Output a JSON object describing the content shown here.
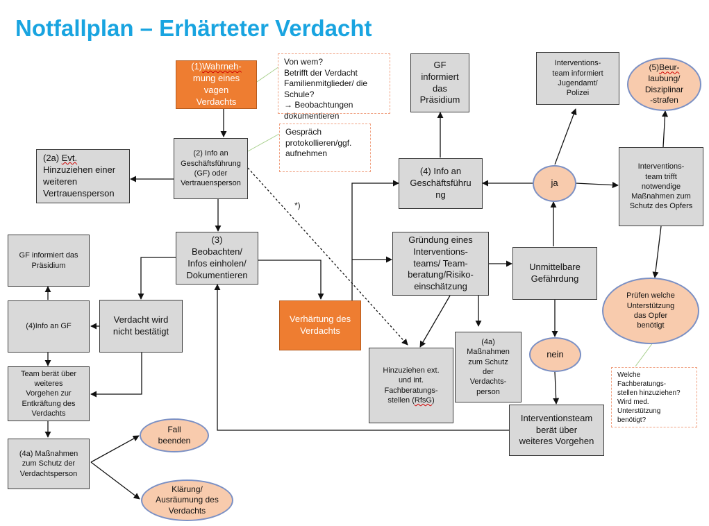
{
  "title": "Notfallplan – Erhärteter Verdacht",
  "annotation": "*)",
  "colors": {
    "title": "#19a4e0",
    "box": "#d9d9d9",
    "highlight": "#ee7d31",
    "oval": "#f8cbad",
    "oval_border": "#7b90c4"
  },
  "nodes": {
    "n1": {
      "pre": "(1)",
      "spell": "Wahrneh-",
      "post": "\nmung eines\nvagen\nVerdachts"
    },
    "note1": {
      "text": "Von wem?\nBetrifft der Verdacht\nFamilienmitglieder/ die\nSchule?\n→ Beobachtungen\ndokumentieren"
    },
    "n2": {
      "text": "(2) Info an\nGeschäftsführung\n(GF) oder\nVertrauensperson"
    },
    "note2": {
      "text": "Gespräch\nprotokollieren/ggf.\naufnehmen"
    },
    "n2a": {
      "pre": "(2a) ",
      "spell": "Evt.",
      "post": "\nHinzuziehen einer\nweiteren\nVertrauensperson"
    },
    "n3": {
      "text": "(3)\nBeobachten/\nInfos einholen/\nDokumentieren"
    },
    "gfL": {
      "text": "GF informiert das\nPräsidium"
    },
    "info4L": {
      "text": "(4)Info an GF"
    },
    "nb": {
      "text": "Verdacht wird\nnicht bestätigt"
    },
    "team": {
      "text": "Team berät über\nweiteres\nVorgehen zur\nEntkräftung des\nVerdachts"
    },
    "m4aL": {
      "text": "(4a) Maßnahmen\nzum Schutz der\nVerdachtsperson"
    },
    "fall": {
      "text": "Fall\nbeenden"
    },
    "klar": {
      "text": "Klärung/\nAusräumung des\nVerdachts"
    },
    "verh": {
      "text": "Verhärtung des\nVerdachts"
    },
    "ext": {
      "pre": "Hinzuziehen ext.\nund int.\nFachberatungs-\nstellen (",
      "spell": "RfsG",
      "post": ")"
    },
    "grund": {
      "text": "Gründung eines\nInterventions-\nteams/ Team-\nberatung/Risiko-\neinschätzung"
    },
    "m4aM": {
      "text": "(4a)\nMaßnahmen\nzum Schutz\nder\nVerdachts-\nperson"
    },
    "info4R": {
      "text": "(4) Info an\nGeschäftsführu\nng"
    },
    "gfR": {
      "text": "GF\ninformiert\ndas\nPräsidium"
    },
    "unmit": {
      "text": "Unmittelbare\nGefährdung"
    },
    "ja": {
      "text": "ja"
    },
    "nein": {
      "text": "nein"
    },
    "ivjug": {
      "text": "Interventions-\nteam informiert\nJugendamt/\nPolizei"
    },
    "ivtrifft": {
      "text": "Interventions-\nteam trifft\nnotwendige\nMaßnahmen zum\nSchutz des Opfers"
    },
    "beur": {
      "pre": "(5)",
      "spell": "Beur-",
      "post": "\nlaubung/\nDisziplinar\n-strafen"
    },
    "pruef": {
      "text": "Prüfen welche\nUnterstützung\ndas Opfer\nbenötigt"
    },
    "note3": {
      "text": "Welche\nFachberatungs-\nstellen hinzuziehen?\nWird med.\nUnterstützung\nbenötigt?"
    },
    "ivberaet": {
      "text": "Interventionsteam\nberät über\nweiteres Vorgehen"
    }
  }
}
